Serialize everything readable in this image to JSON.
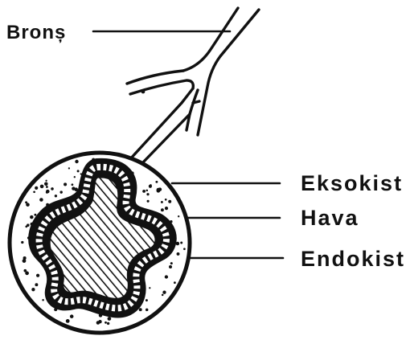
{
  "labels": {
    "bronchus": "Bronș",
    "exocyst": "Eksokist",
    "air": "Hava",
    "endocyst": "Endokist"
  }
}
